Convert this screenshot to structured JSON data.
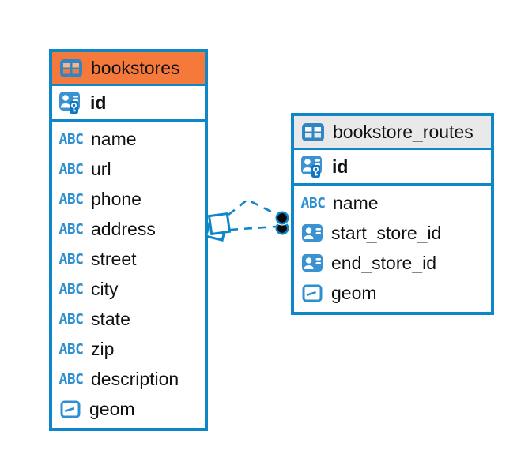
{
  "diagram": {
    "kind": "database-er-diagram",
    "colors": {
      "accent_blue": "#0e86c8",
      "icon_blue": "#3a92d3",
      "text_type_blue": "#2e8fd2",
      "bookstores_header_bg": "#f5793b",
      "routes_header_bg": "#e9e9e9",
      "connector_dot": "#0a0a0a"
    },
    "badges": {
      "text_type_label": "ABC"
    },
    "tables": [
      {
        "name": "bookstores",
        "header_style": "orange",
        "primary_key": {
          "name": "id",
          "icon": "primary-key-icon"
        },
        "fields": [
          {
            "name": "name",
            "type": "text"
          },
          {
            "name": "url",
            "type": "text"
          },
          {
            "name": "phone",
            "type": "text"
          },
          {
            "name": "address",
            "type": "text"
          },
          {
            "name": "street",
            "type": "text"
          },
          {
            "name": "city",
            "type": "text"
          },
          {
            "name": "state",
            "type": "text"
          },
          {
            "name": "zip",
            "type": "text"
          },
          {
            "name": "description",
            "type": "text"
          },
          {
            "name": "geom",
            "type": "geometry"
          }
        ]
      },
      {
        "name": "bookstore_routes",
        "header_style": "gray",
        "primary_key": {
          "name": "id",
          "icon": "primary-key-icon"
        },
        "fields": [
          {
            "name": "name",
            "type": "text"
          },
          {
            "name": "start_store_id",
            "type": "reference"
          },
          {
            "name": "end_store_id",
            "type": "reference"
          },
          {
            "name": "geom",
            "type": "geometry"
          }
        ]
      }
    ],
    "relationships": [
      {
        "from_table": "bookstores",
        "to_table": "bookstore_routes",
        "line_style": "dashed",
        "from_marker": "square",
        "to_marker": "black-dot"
      },
      {
        "from_table": "bookstores",
        "to_table": "bookstore_routes",
        "line_style": "dashed",
        "from_marker": "square",
        "to_marker": "black-dot"
      }
    ]
  }
}
